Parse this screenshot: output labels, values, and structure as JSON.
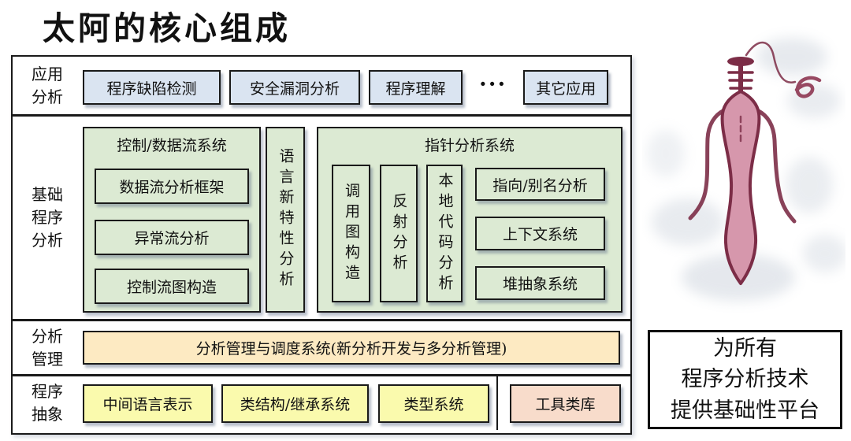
{
  "title": "太阿的核心组成",
  "colors": {
    "app_blue": "#dae4f1",
    "foundation_green": "#dcead3",
    "management_orange": "#fdeac2",
    "abstraction_yellow": "#fafaad",
    "tool_pink": "#f8dccb",
    "box_border": "#1a1a1a",
    "sword_dark_red": "#7c2d47",
    "sword_pink": "#d697ac",
    "cloud_gray": "#c9d0da"
  },
  "diagram": {
    "app": {
      "label": "应用\n分析",
      "box1": "程序缺陷检测",
      "box2": "安全漏洞分析",
      "box3": "程序理解",
      "ellipsis": "···",
      "box4": "其它应用"
    },
    "foundation": {
      "label": "基础\n程序\n分析",
      "control_group": {
        "title": "控制/数据流系统",
        "item1": "数据流分析框架",
        "item2": "异常流分析",
        "item3": "控制流图构造"
      },
      "language_box": "语言新特性分析",
      "pointer_group": {
        "title": "指针分析系统",
        "vitem1": "调用图构造",
        "vitem2": "反射分析",
        "vitem3": "本地代码分析",
        "hitem1": "指向/别名分析",
        "hitem2": "上下文系统",
        "hitem3": "堆抽象系统"
      }
    },
    "management": {
      "label": "分析\n管理",
      "box": "分析管理与调度系统(新分析开发与多分析管理)"
    },
    "abstraction": {
      "label": "程序\n抽象",
      "box1": "中间语言表示",
      "box2": "类结构/继承系统",
      "box3": "类型系统",
      "tool_box": "工具类库"
    }
  },
  "side": {
    "sword": "taia-sword-watercolor-illustration",
    "caption": "为所有\n程序分析技术\n提供基础性平台"
  }
}
